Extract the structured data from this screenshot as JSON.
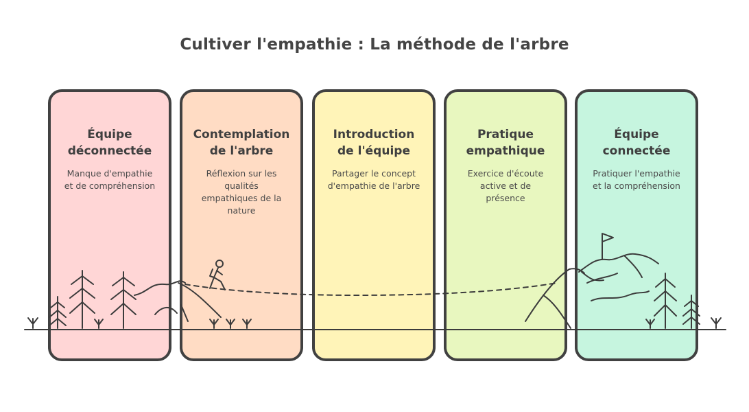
{
  "title": "Cultiver l'empathie : La méthode de l'arbre",
  "steps": [
    {
      "title": "Équipe\ndéconnectée",
      "description": "Manque d'empathie\net de compréhension",
      "color": "#ffd6d6"
    },
    {
      "title": "Contemplation\nde l'arbre",
      "description": "Réflexion sur les\nqualités\nempathiques de la\nnature",
      "color": "#ffdcc4"
    },
    {
      "title": "Introduction\nde l'équipe",
      "description": "Partager le concept\nd'empathie de l'arbre",
      "color": "#fff4b8"
    },
    {
      "title": "Pratique\nempathique",
      "description": "Exercice d'écoute\nactive et de\nprésence",
      "color": "#e8f7bf"
    },
    {
      "title": "Équipe\nconnectée",
      "description": "Pratiquer l'empathie\net la compréhension",
      "color": "#c6f5df"
    }
  ]
}
